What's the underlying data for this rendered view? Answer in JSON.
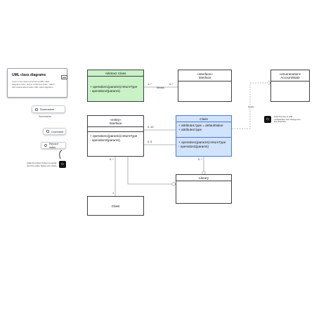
{
  "sidebar": {
    "card": {
      "title": "UML class diagrams",
      "description": "Learn more about structuring UML class diagrams here, and to customize them, watch this tutorial about basic UML class diagrams."
    },
    "summarize_label": "Summarize",
    "summarize_sub_label": "Summarize",
    "comment_label": "Comment",
    "record_label": "Record video",
    "hint_text": "Click the bottom button to easily record a video before you share."
  },
  "diagram": {
    "abstract_class": {
      "name": "Abstract Class",
      "ops": [
        "+ operation1(params):returnType",
        "- operation2(params)"
      ]
    },
    "interface_top": {
      "stereotype": "«interface»",
      "name": "Interface"
    },
    "enumeration": {
      "stereotype": "«enumeration»",
      "name": "AccountState"
    },
    "entity": {
      "stereotype": "«entity»",
      "name": "Interface",
      "ops": [
        "+ operation1(params):returnType",
        "- operation2(params)"
      ]
    },
    "class_blue": {
      "name": "Class",
      "attrs": [
        "+ attribute1:type = defaultValue",
        "+ attribute2:type"
      ],
      "ops": [
        "+ operation1(params):returnType",
        "- operation2(params)"
      ]
    },
    "library": {
      "name": "Library"
    },
    "class_bottom": {
      "name": "Class"
    },
    "labels": {
      "assoc_mult_left": "1..*",
      "assoc_mult_right": "0..*",
      "assoc_name": "Works",
      "mult_0_10": "0..10",
      "mult_0_5": "0..5",
      "mult_entity_bottom": "0..*",
      "mult_entity_one": "1",
      "mult_class_bottom": "0..*",
      "dependency_label": "Needs",
      "bulb_note": "Click the line to add multiplicities and change the line direction."
    }
  },
  "colors": {
    "abstract_fill": "#c9f2c7",
    "class_fill": "#d2e3fc",
    "class_border": "#4a7bd0",
    "line": "#9aa0a6"
  }
}
